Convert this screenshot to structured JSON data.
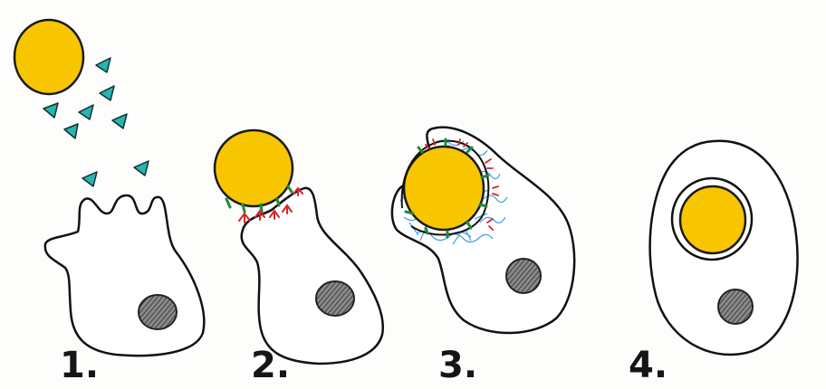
{
  "colors": {
    "particle": "#f7c600",
    "particle_outline": "#1a1a1a",
    "cell_outline": "#111111",
    "nucleus": "#555555",
    "ligand": "#27b5b0",
    "receptor": "#d6262b",
    "binding_site": "#1f8a3a",
    "actin": "#4aa6e8",
    "background": "#fdfdfb"
  },
  "icons": [
    "opsonin-triangle",
    "receptor-marker",
    "nucleus-hatched"
  ],
  "steps": [
    {
      "number_label": "1."
    },
    {
      "number_label": "2."
    },
    {
      "number_label": "3."
    },
    {
      "number_label": "4."
    }
  ]
}
